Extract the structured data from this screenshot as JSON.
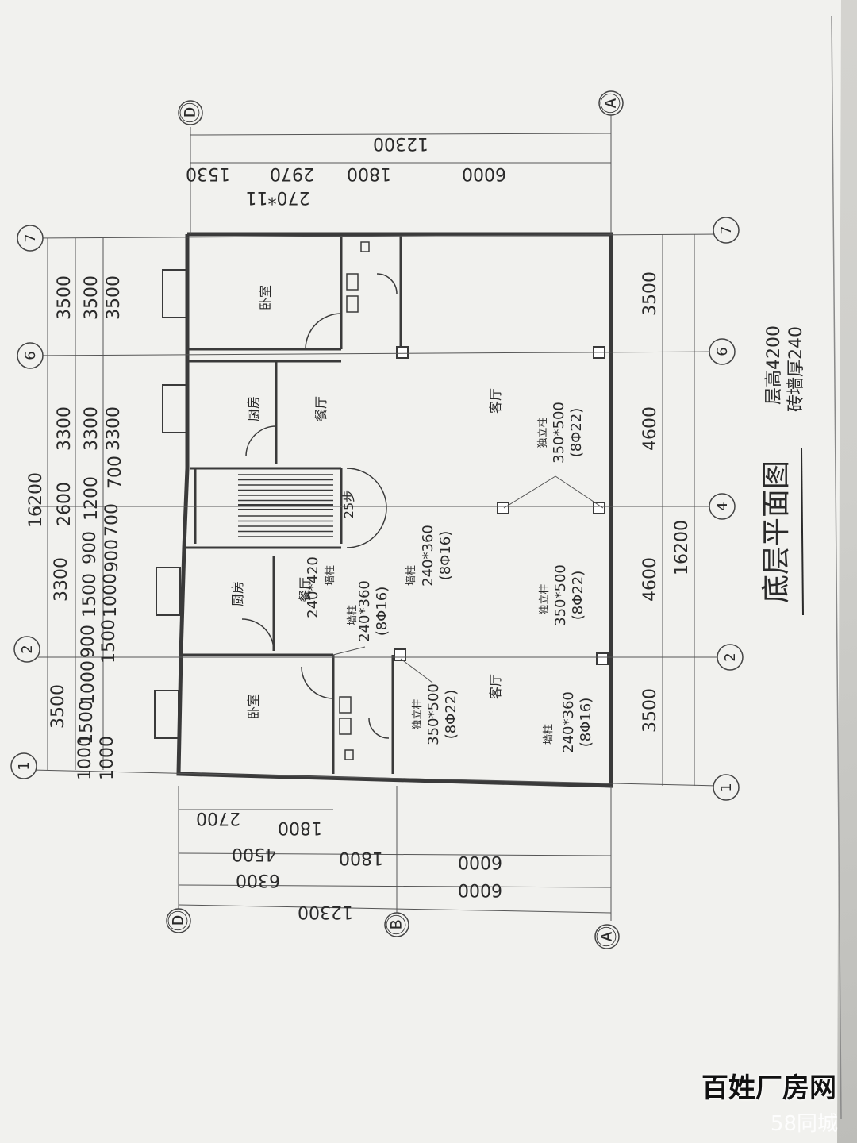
{
  "drawing": {
    "title": "底层平面图",
    "notes": [
      "层高4200",
      "砖墙厚240"
    ],
    "stair_note": "25步",
    "rooms": {
      "bedroom": "卧室",
      "kitchen": "厨房",
      "dining": "餐厅",
      "living": "客厅"
    },
    "columns": {
      "wall_col": "墙柱",
      "solo_col": "独立柱",
      "col_240_360": "240*360",
      "col_240_420": "240*420",
      "col_350_500": "350*500",
      "bar_16": "(8Φ16)",
      "bar_22": "(8Φ22)"
    },
    "axes_letters": [
      "Ⓓ",
      "Ⓐ",
      "Ⓑ"
    ],
    "axes_numbers": [
      "1",
      "2",
      "4",
      "6",
      "7"
    ],
    "dims_top": {
      "total": "16200",
      "row1": [
        "3500",
        "3300",
        "2600",
        "3300",
        "3500"
      ],
      "row2": [
        "1000",
        "1500",
        "1000",
        "900",
        "1500",
        "900",
        "1200",
        "3300",
        "3500"
      ],
      "row3": [
        "1000",
        "1500",
        "1000",
        "900",
        "700",
        "700",
        "3300",
        "3500"
      ]
    },
    "dims_bottom": {
      "row": [
        "3500",
        "4600",
        "4600",
        "3500"
      ],
      "total": "16200"
    },
    "dims_right": {
      "total": "12300",
      "row": [
        "1530",
        "2970",
        "1800",
        "6000"
      ],
      "stair": "270*11"
    },
    "dims_left": {
      "row1": [
        "2700",
        "1800"
      ],
      "row2": [
        "4500",
        "1800",
        "6000"
      ],
      "row3": [
        "6300",
        "6000"
      ],
      "total": "12300"
    }
  },
  "watermark": {
    "brand": "百姓厂房网",
    "site": "58同城"
  }
}
